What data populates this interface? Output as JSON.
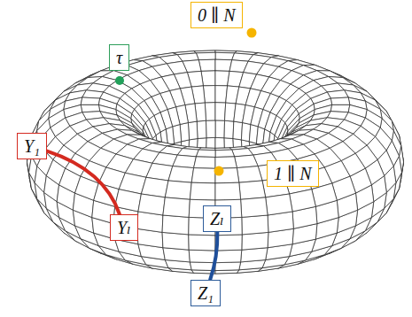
{
  "diagram": {
    "nodes": [
      {
        "text": [
          "τ"
        ]
      },
      {
        "text": [
          "0 ∥ N"
        ]
      },
      {
        "text": [
          "Y₁"
        ]
      },
      {
        "text": [
          "1 ∥ N"
        ]
      },
      {
        "text": [
          "Yₗ"
        ]
      },
      {
        "text": [
          "Zₗ"
        ]
      },
      {
        "text": [
          "Z₁"
        ]
      }
    ],
    "edges": [
      {
        "from": 2,
        "to": 4,
        "arrow": "none"
      },
      {
        "from": 5,
        "to": 6,
        "arrow": "none"
      }
    ]
  }
}
